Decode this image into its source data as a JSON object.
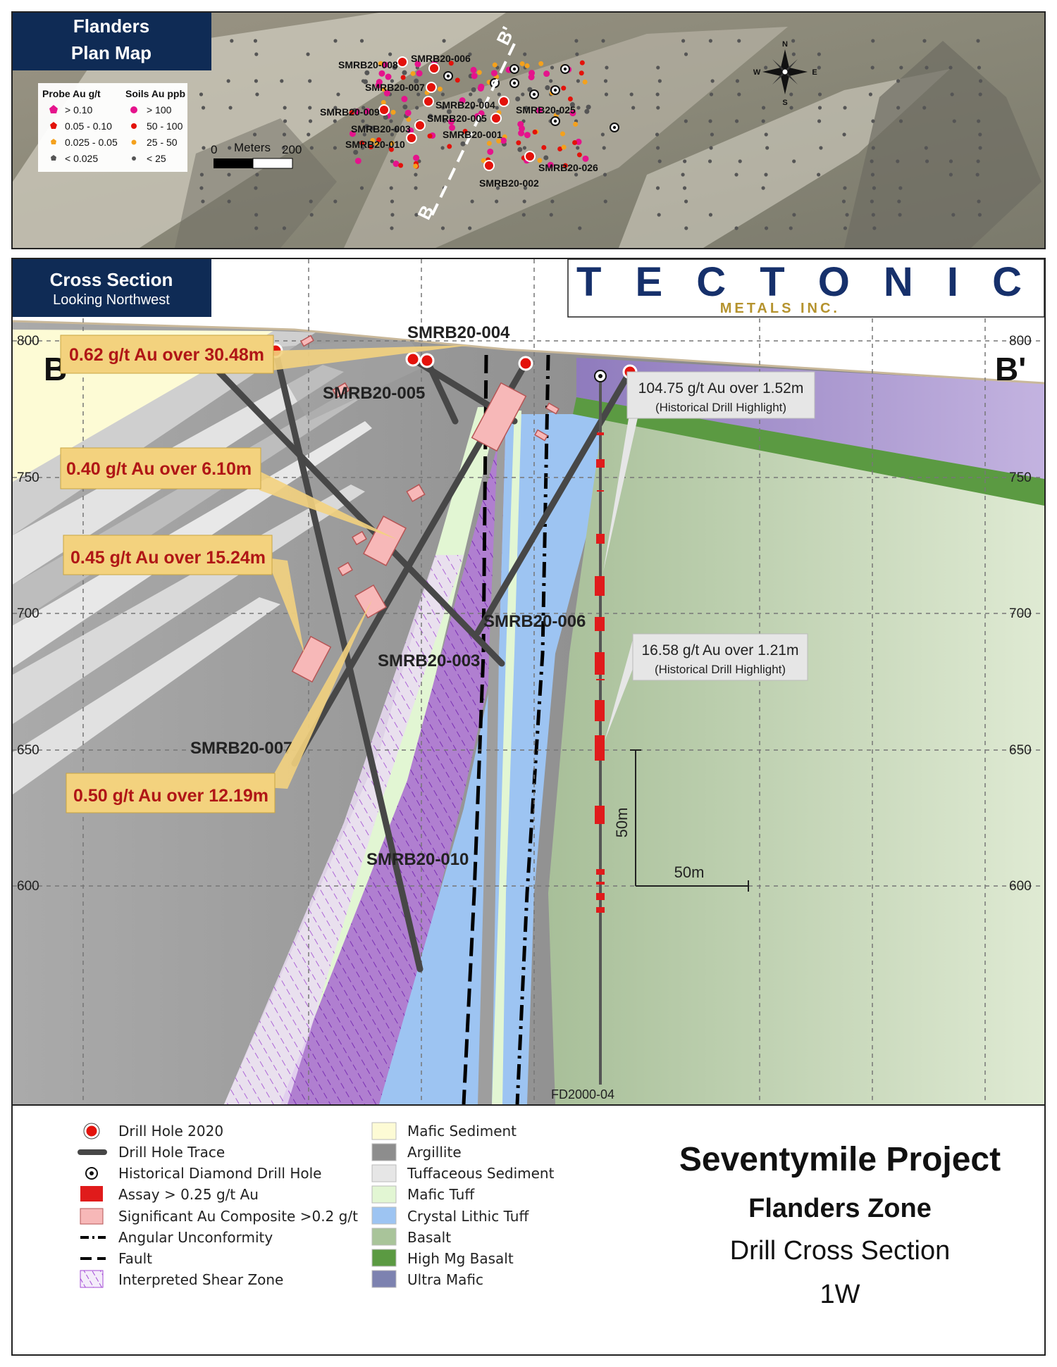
{
  "plan_map": {
    "title_line1": "Flanders",
    "title_line2": "Plan Map",
    "legend": {
      "probe_header": "Probe Au g/t",
      "soils_header": "Soils Au ppb",
      "probe_items": [
        "> 0.10",
        "0.05 - 0.10",
        "0.025 - 0.05",
        "< 0.025"
      ],
      "soils_items": [
        "> 100",
        "50 - 100",
        "25 - 50",
        "< 25"
      ]
    },
    "scale": {
      "start": "0",
      "label": "Meters",
      "end": "200"
    },
    "section_ends": [
      "B",
      "B'"
    ],
    "compass": [
      "N",
      "E",
      "S",
      "W"
    ],
    "hole_labels": [
      "SMRB20-008",
      "SMRB20-006",
      "SMRB20-007",
      "SMRB20-004",
      "SMRB20-009",
      "SMRB20-025",
      "SMRB20-005",
      "SMRB20-003",
      "SMRB20-001",
      "SMRB20-010",
      "SMRB20-026",
      "SMRB20-002"
    ],
    "colors": {
      "probe_high": "#e5138c",
      "red": "#e3120b",
      "orange": "#f4a11d",
      "grey": "#555555"
    }
  },
  "cross_section": {
    "title": "Cross Section",
    "subtitle": "Looking Northwest",
    "logo_main": "TECTONIC",
    "logo_sub": "METALS INC.",
    "end_left": "B",
    "end_right": "B'",
    "elevation_labels": [
      "800",
      "750",
      "700",
      "650",
      "600"
    ],
    "hole_labels": [
      "SMRB20-004",
      "SMRB20-005",
      "SMRB20-006",
      "SMRB20-003",
      "SMRB20-007",
      "SMRB20-010",
      "FD2000-04"
    ],
    "composites": [
      "0.62 g/t Au over 30.48m",
      "0.40 g/t Au over 6.10m",
      "0.45 g/t Au over 15.24m",
      "0.50 g/t Au over 12.19m"
    ],
    "historical": [
      {
        "value": "104.75 g/t Au over 1.52m",
        "note": "(Historical Drill Highlight)"
      },
      {
        "value": "16.58 g/t Au over 1.21m",
        "note": "(Historical Drill Highlight)"
      }
    ],
    "scale_v": "50m",
    "scale_h": "50m",
    "colors": {
      "mafic_sediment": "#fdfbd5",
      "argillite": "#8d8d8d",
      "tuffaceous_sediment": "#e6e6e6",
      "mafic_tuff": "#e2f6d3",
      "crystal_lithic_tuff": "#9dc4f2",
      "basalt": "#a9c49a",
      "high_mg_basalt": "#5b9a42",
      "ultra_mafic": "#8c78b8",
      "assay": "#e01b1b",
      "composite": "#f7b8b8",
      "callout_fill": "#f3d27e",
      "callout_text": "#b01616"
    }
  },
  "legend": {
    "left": [
      "Drill Hole 2020",
      "Drill Hole Trace",
      "Historical Diamond Drill Hole",
      "Assay > 0.25 g/t Au",
      "Significant Au Composite >0.2 g/t",
      "Angular Unconformity",
      "Fault",
      "Interpreted Shear Zone"
    ],
    "right": [
      "Mafic Sediment",
      "Argillite",
      "Tuffaceous Sediment",
      "Mafic Tuff",
      "Crystal Lithic Tuff",
      "Basalt",
      "High Mg Basalt",
      "Ultra Mafic"
    ]
  },
  "title_block": {
    "project": "Seventymile Project",
    "zone": "Flanders Zone",
    "type": "Drill Cross Section",
    "section": "1W"
  }
}
